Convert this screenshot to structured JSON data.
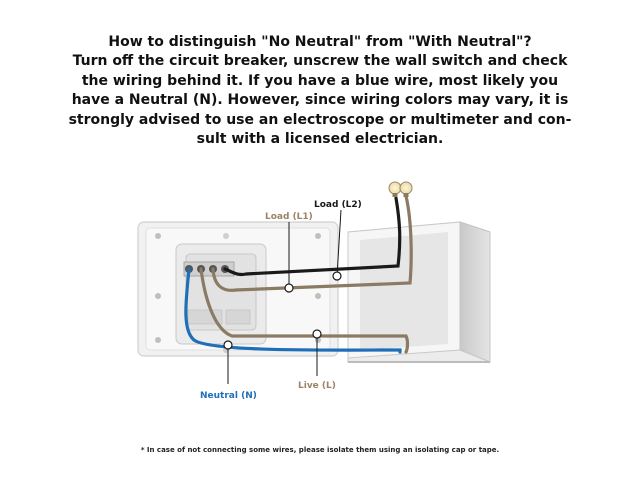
{
  "heading": {
    "lines": [
      "How to distinguish \"No Neutral\" from \"With Neutral\"?",
      "Turn off the circuit breaker, unscrew the wall switch and check",
      "the wiring behind it. If you have a blue wire, most likely you",
      "have a Neutral (N). However, since wiring colors may vary, it is",
      "strongly advised  to use an electroscope or multimeter and con-",
      "sult with a licensed electrician."
    ]
  },
  "labels": {
    "load_l2": "Load (L2)",
    "load_l1": "Load (L1)",
    "neutral": "Neutral (N)",
    "live": "Live (L)"
  },
  "footnote": "* In case of not connecting some wires, please isolate them using an isolating cap or tape.",
  "colors": {
    "load_l2_wire": "#1a1a1a",
    "load_l1_wire": "#8b7a64",
    "live_wire": "#8b7a64",
    "neutral_wire": "#1e6fb8",
    "neutral_text": "#1e6fb8",
    "load_l1_text": "#9b8466",
    "live_text": "#9b8466"
  },
  "icons": [
    "light-bulb-icon",
    "light-bulb-icon"
  ]
}
